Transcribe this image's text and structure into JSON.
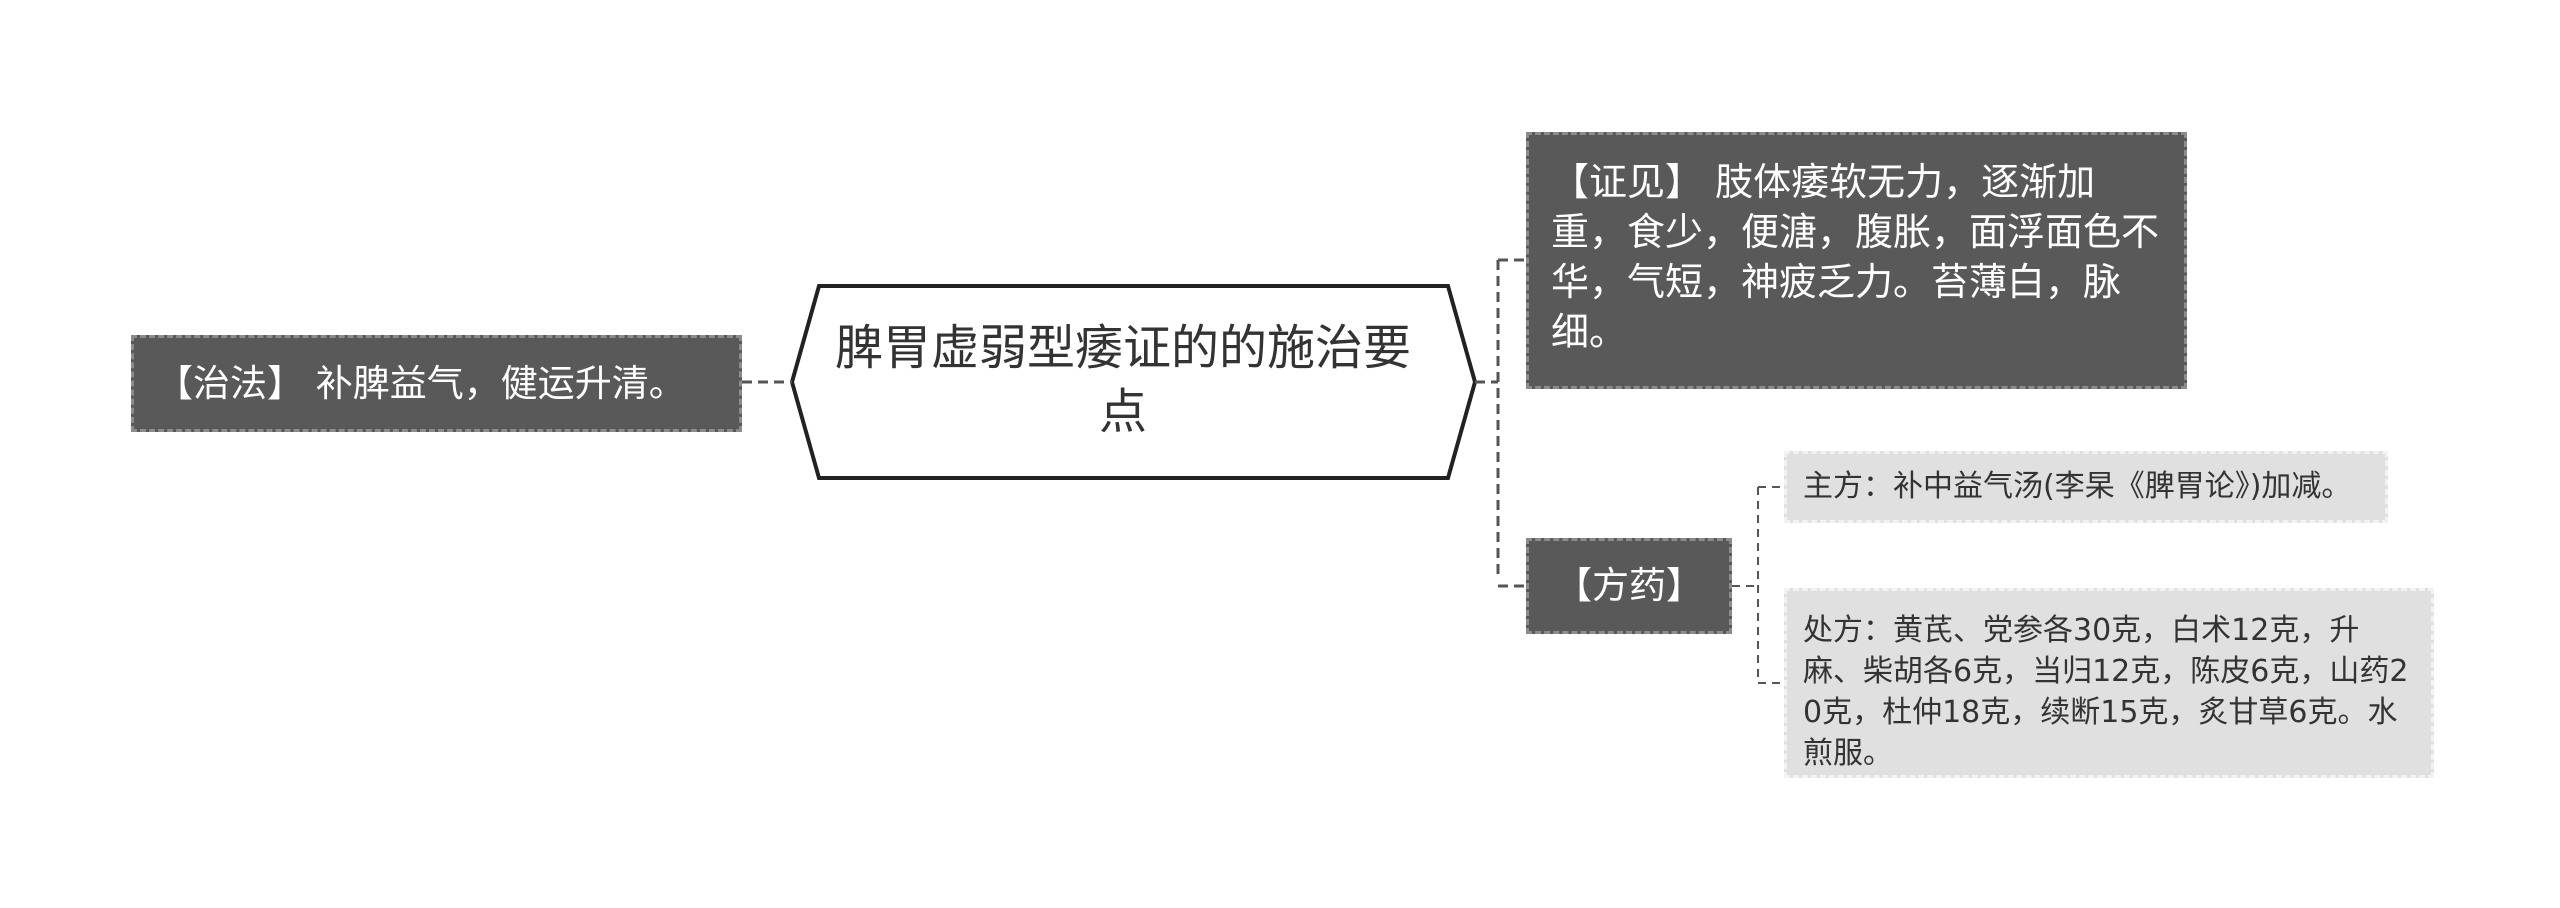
{
  "central": {
    "title": "脾胃虚弱型痿证的的施治要点"
  },
  "left": {
    "zhifa": "【治法】 补脾益气，健运升清。"
  },
  "right": {
    "zhengjian": "【证见】 肢体痿软无力，逐渐加重，食少，便溏，腹胀，面浮面色不华，气短，神疲乏力。苔薄白，脉细。",
    "fangyao": {
      "label": "【方药】",
      "zhufang": "主方：补中益气汤(李杲《脾胃论》)加减。",
      "chufang": "处方：黄芪、党参各30克，白术12克，升麻、柴胡各6克，当归12克，陈皮6克，山药20克，杜仲18克，续断15克，炙甘草6克。水煎服。"
    }
  },
  "colors": {
    "dark_node": "#595959",
    "light_node": "#e0e0e0",
    "connector": "#555555"
  }
}
